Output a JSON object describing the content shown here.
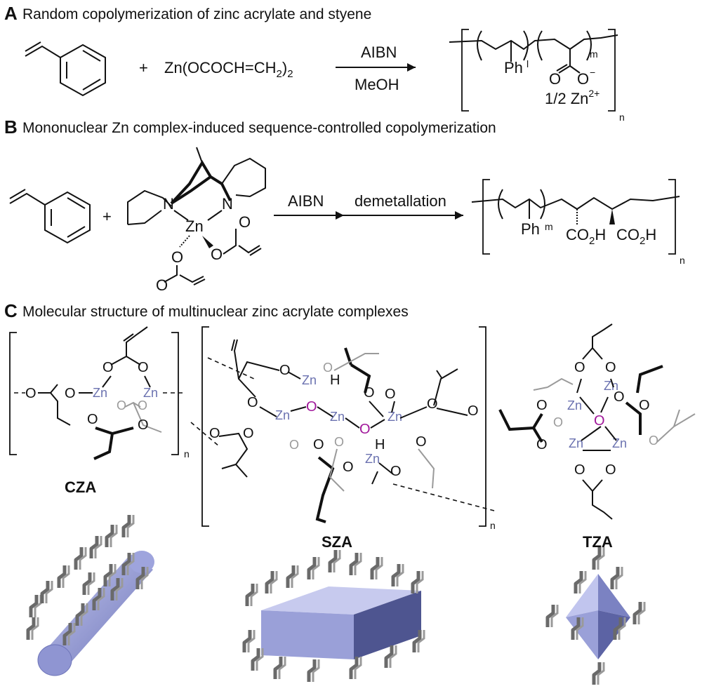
{
  "section_a": {
    "letter": "A",
    "title": "Random copolymerization of zinc acrylate and styene",
    "plus": "+",
    "reagent": "Zn(OCOCH=CH",
    "reagent_sub1": "2",
    "reagent_close": ")",
    "reagent_sub2": "2",
    "arrow_top": "AIBN",
    "arrow_bottom": "MeOH",
    "product": {
      "ph": "Ph",
      "l": "l",
      "m": "m",
      "n": "n",
      "o1": "O",
      "o2": "O",
      "charge": "−",
      "zinc": "1/2 Zn",
      "zinc_charge": "2+"
    }
  },
  "section_b": {
    "letter": "B",
    "title": "Mononuclear Zn complex-induced sequence-controlled copolymerization",
    "plus": "+",
    "complex": {
      "n1": "N",
      "n2": "N",
      "zn": "Zn",
      "o1": "O",
      "o2": "O",
      "o3": "O",
      "o4": "O"
    },
    "step1": "AIBN",
    "step2": "demetallation",
    "product": {
      "ph": "Ph",
      "m": "m",
      "co2h_1": "CO",
      "co2h_1b": "H",
      "co2h_2": "CO",
      "co2h_2b": "H",
      "sub": "2",
      "n": "n"
    }
  },
  "section_c": {
    "letter": "C",
    "title": "Molecular structure of multinuclear zinc acrylate complexes",
    "labels": [
      "CZA",
      "SZA",
      "TZA"
    ],
    "n": "n",
    "atoms": {
      "zn": "Zn",
      "o": "O",
      "h": "H"
    }
  },
  "colors": {
    "zinc": "#6b72b0",
    "bridging_oxygen": "#a0169a",
    "shape_fill": "#9aa0d8",
    "ligand_gray": "#6a6a6a"
  },
  "icons": [
    "styrene-structure",
    "cylinder-model",
    "slab-model",
    "octahedron-model"
  ]
}
